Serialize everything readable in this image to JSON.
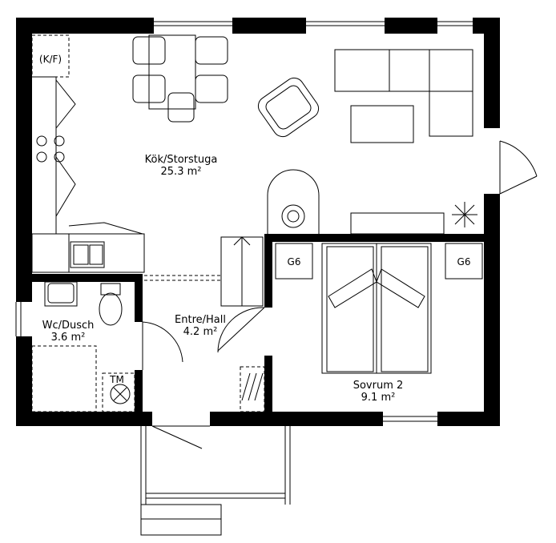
{
  "rooms": {
    "living": {
      "name": "Kök/Storstuga",
      "area": "25.3 m²"
    },
    "hall": {
      "name": "Entre/Hall",
      "area": "4.2 m²"
    },
    "wc": {
      "name": "Wc/Dusch",
      "area": "3.6 m²"
    },
    "bedroom": {
      "name": "Sovrum 2",
      "area": "9.1 m²"
    }
  },
  "labels": {
    "kf": "(K/F)",
    "wardrobe_left": "G6",
    "wardrobe_right": "G6",
    "washer": "TM"
  },
  "colors": {
    "wall": "#000000",
    "background": "#ffffff"
  }
}
